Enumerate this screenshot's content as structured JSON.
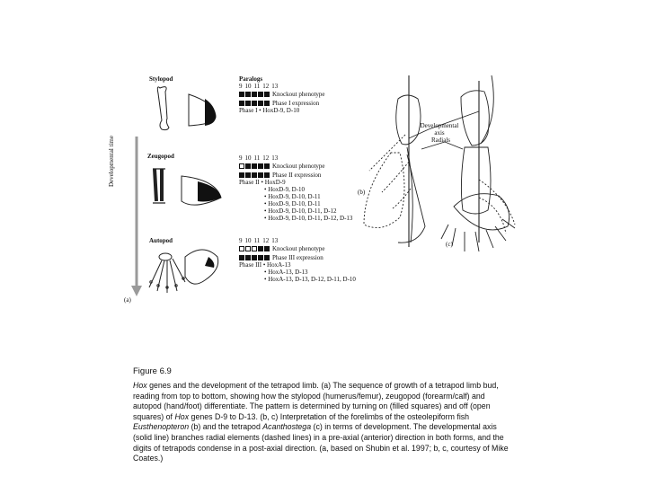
{
  "figure": {
    "panel_a": {
      "labels": {
        "stylopod": "Stylopod",
        "zeugopod": "Zeugopod",
        "autopod": "Autopod",
        "axis": "Developmental time",
        "panel": "(a)"
      },
      "paralogs_title": "Paralogs",
      "paralog_numbers": [
        "9",
        "10",
        "11",
        "12",
        "13"
      ],
      "blocks": [
        {
          "knockout": [
            true,
            true,
            true,
            true,
            true
          ],
          "expression": [
            true,
            true,
            true,
            true,
            true
          ],
          "knockout_label": "Knockout phenotype",
          "expression_label": "Phase I expression",
          "phase_lines": [
            "Phase I  • HoxD-9, D-10"
          ]
        },
        {
          "numbers": [
            "9",
            "10",
            "11",
            "12",
            "13"
          ],
          "knockout": [
            false,
            true,
            true,
            true,
            true
          ],
          "expression": [
            true,
            true,
            true,
            true,
            true
          ],
          "knockout_label": "Knockout phenotype",
          "expression_label": "Phase II expression",
          "phase_lines": [
            "Phase II  • HoxD-9",
            "• HoxD-9, D-10",
            "• HoxD-9, D-10, D-11",
            "• HoxD-9, D-10, D-11",
            "• HoxD-9, D-10, D-11, D-12",
            "• HoxD-9, D-10, D-11, D-12, D-13"
          ]
        },
        {
          "numbers": [
            "9",
            "10",
            "11",
            "12",
            "13"
          ],
          "knockout": [
            false,
            false,
            false,
            true,
            true
          ],
          "expression": [
            true,
            true,
            true,
            true,
            true
          ],
          "knockout_label": "Knockout phenotype",
          "expression_label": "Phase III expression",
          "phase_lines": [
            "Phase III  • HoxA-13",
            "• HoxA-13, D-13",
            "• HoxA-13, D-13, D-12, D-11, D-10"
          ]
        }
      ]
    },
    "panel_bc": {
      "developmental_axis": "Developmental axis",
      "radials": "Radials",
      "label_b": "(b)",
      "label_c": "(c)"
    }
  },
  "caption": {
    "title": "Figure 6.9",
    "hox": "Hox",
    "part1": " genes and the development of the tetrapod limb. (a) The sequence of growth of a tetrapod limb bud, reading from top to bottom, showing how the stylopod (humerus/femur), zeugopod (forearm/calf) and autopod (hand/foot) differentiate. The pattern is determined by turning on (filled squares) and off (open squares) of ",
    "hox2": "Hox",
    "genes_range": " genes D-9 to D-13",
    "part2": ". (b, c) Interpretation of the forelimbs of the osteolepiform fish ",
    "eusthenopteron": "Eusthenopteron",
    "part3": " (b) and the tetrapod ",
    "acanthostega": "Acanthostega",
    "part4": " (c) in terms of development. The developmental axis (solid line) branches radial elements (dashed lines) in a pre-axial (anterior) direction in both forms, and the digits of tetrapods condense in a post-axial direction. (a, based on Shubin et al. 1997; b, c, courtesy of Mike Coates.)"
  }
}
